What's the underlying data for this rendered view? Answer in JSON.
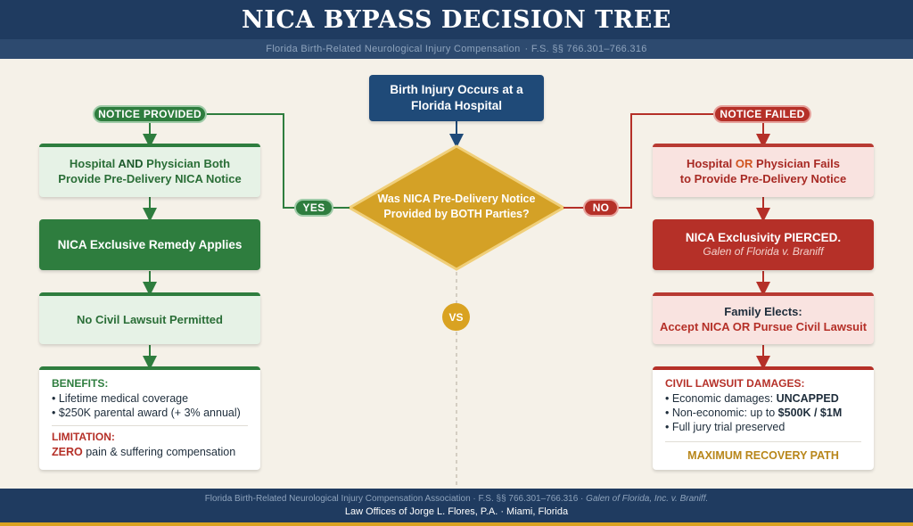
{
  "header": {
    "title": "NICA BYPASS DECISION TREE",
    "subtitle": "Florida Birth-Related Neurological Injury Compensation",
    "subtitle_code": "· F.S. §§ 766.301–766.316"
  },
  "start": {
    "line1": "Birth Injury Occurs at a",
    "line2": "Florida Hospital"
  },
  "decision": {
    "line1": "Was NICA Pre-Delivery Notice",
    "line2": "Provided by BOTH Parties?",
    "yes_label": "YES",
    "no_label": "NO",
    "vs_label": "VS"
  },
  "left": {
    "pill": "NOTICE PROVIDED",
    "box1_prefix": "Hospital",
    "box1_and": "AND",
    "box1_suffix": "Physician Both",
    "box1_line2": "Provide Pre-Delivery NICA Notice",
    "box2": "NICA Exclusive Remedy Applies",
    "box3": "No Civil Lawsuit Permitted",
    "benefits_title": "BENEFITS:",
    "benefits": [
      "• Lifetime medical coverage",
      "• $250K parental award (+ 3% annual)"
    ],
    "limitation_title": "LIMITATION:",
    "limitation_zero": "ZERO",
    "limitation_rest": "pain & suffering compensation"
  },
  "right": {
    "pill": "NOTICE FAILED",
    "box1_prefix": "Hospital",
    "box1_or": "OR",
    "box1_suffix": "Physician Fails",
    "box1_line2": "to Provide Pre-Delivery Notice",
    "box2_title": "NICA Exclusivity PIERCED.",
    "box2_case": "Galen of Florida v. Braniff",
    "box3_line1": "Family Elects:",
    "box3_line2": "Accept NICA OR Pursue Civil Lawsuit",
    "damages_title": "CIVIL LAWSUIT DAMAGES:",
    "damages": [
      {
        "prefix": "• Economic damages: ",
        "bold": "UNCAPPED"
      },
      {
        "prefix": "• Non-economic: up to ",
        "bold": "$500K / $1M"
      },
      {
        "prefix": "• Full jury trial preserved",
        "bold": ""
      }
    ],
    "recovery": "MAXIMUM RECOVERY PATH"
  },
  "footer": {
    "line1_a": "Florida Birth-Related Neurological Injury Compensation Association · F.S. §§ 766.301–766.316 ·",
    "line1_b": "Galen of Florida, Inc. v. Braniff.",
    "line2": "Law Offices of Jorge L. Flores, P.A. · Miami, Florida"
  },
  "colors": {
    "navy": "#1f3b60",
    "green": "#2e7d3e",
    "red": "#b53028",
    "gold": "#d9a221",
    "background": "#f5f1e8"
  }
}
